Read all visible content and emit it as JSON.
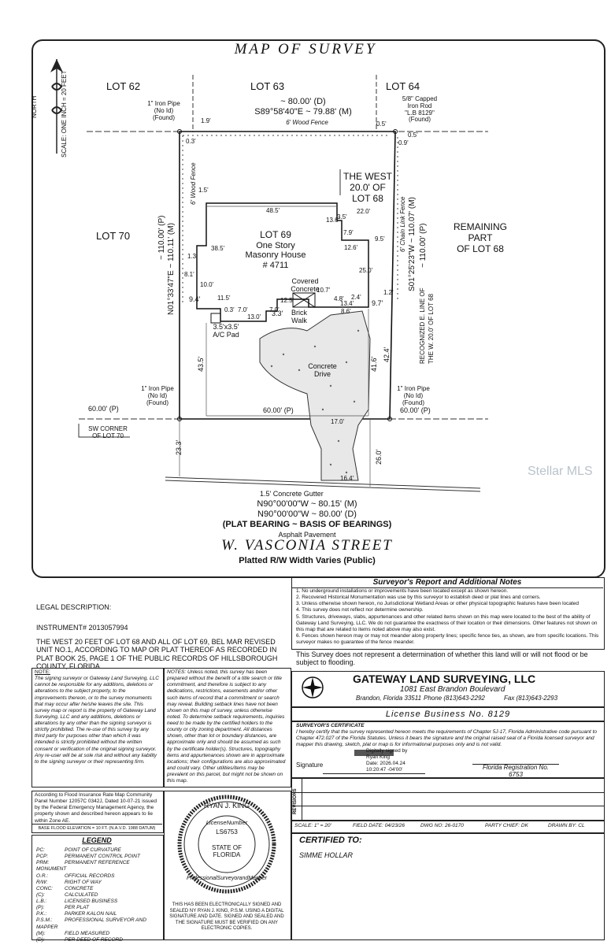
{
  "map": {
    "title": "MAP OF SURVEY",
    "scale_note": "SCALE: ONE INCH = 20 FEET",
    "north": "NORTH",
    "lots": {
      "lot62": "LOT 62",
      "lot63": "LOT 63",
      "lot64": "LOT 64",
      "lot70": "LOT 70"
    },
    "lot69": {
      "l1": "LOT 69",
      "l2": "One Story",
      "l3": "Masonry House",
      "l4": "# 4711"
    },
    "west20": {
      "l1": "THE WEST",
      "l2": "20.0' OF",
      "l3": "LOT 68"
    },
    "remaining": {
      "l1": "REMAINING",
      "l2": "PART",
      "l3": "OF LOT 68"
    },
    "top_bearing": {
      "d": "~ 80.00' (D)",
      "m": "S89°58'40\"E ~ 79.88' (M)",
      "fence": "6' Wood Fence"
    },
    "nw_pipe": {
      "l1": "1\" Iron Pipe",
      "l2": "(No Id)",
      "l3": "(Found)"
    },
    "ne_rod": {
      "l1": "5/8\" Capped",
      "l2": "Iron Rod",
      "l3": "\"L.B 8129\"",
      "l4": "(Found)"
    },
    "sw_pipe": {
      "l1": "1\" Iron Pipe",
      "l2": "(No Id)",
      "l3": "(Found)"
    },
    "se_pipe": {
      "l1": "1\" Iron Pipe",
      "l2": "(No Id)",
      "l3": "(Found)"
    },
    "west_bearing": "N01°33'47\"E ~ 110.11' (M)",
    "west_plat": "~ 110.00' (P)",
    "east_bearing": "S01°25'23\"W ~ 110.07' (M)",
    "east_plat": "~ 110.00' (P)",
    "east_recog_1": "RECOGNIZED E. LINE OF",
    "east_recog_2": "THE W. 20.0' OF LOT 68",
    "dims": {
      "d1_9": "1.9'",
      "d0_5a": "0.5'",
      "d0_5b": "0.5'",
      "d0_9": "0.9'",
      "d0_3": "0.3'",
      "d1_5": "1.5'",
      "d48_5": "48.5'",
      "d22_0": "22.0'",
      "d13_6": "13.6'",
      "d3_5": "3.5'",
      "d7_9": "7.9'",
      "d9_5": "9.5'",
      "d12_6": "12.6'",
      "d38_5": "38.5'",
      "d1_3": "1.3'",
      "d8_1": "8.1'",
      "d10_0": "10.0'",
      "d25_0": "25.0'",
      "d9_4": "9.4'",
      "d11_5": "11.5'",
      "d0_3b": "0.3'",
      "d7_0": "7.0'",
      "d13_0": "13.0'",
      "d7_0b": "7.0'",
      "d12_5": "12.5'",
      "d10_7": "10.7'",
      "d4_8": "4.8'",
      "d2_4": "2.4'",
      "d9_7": "9.7'",
      "d1_2": "1.2'",
      "d13_4": "13.4'",
      "d8_6": "8.6'",
      "d3_3": "3.3'",
      "d43_5": "43.5'",
      "d41_6": "41.6'",
      "d42_4": "42.4'",
      "d60p_a": "60.00' (P)",
      "d60p_b": "60.00' (P)",
      "d60p_c": "60.00' (P)",
      "d17_0": "17.0'",
      "d23_3": "23.3'",
      "d26_0": "26.0'",
      "d16_4": "16.4'"
    },
    "labels": {
      "covered": "Covered",
      "concrete": "Concrete",
      "brick": "Brick",
      "walk": "Walk",
      "ac": "3.5'x3.5'",
      "acpad": "A/C Pad",
      "drive1": "Concrete",
      "drive2": "Drive",
      "wood_fence": "6' Wood Fence",
      "chain_fence": "6' Chain Link Fence",
      "sw_corner1": "SW CORNER",
      "sw_corner2": "OF LOT 70",
      "gutter": "1.5' Concrete Gutter",
      "s_m": "N90°00'00\"W ~ 80.15' (M)",
      "s_d": "N90°00'00\"W ~ 80.00' (D)",
      "s_basis": "(PLAT BEARING ~ BASIS OF BEARINGS)",
      "asphalt": "Asphalt Pavement"
    },
    "street": "W. VASCONIA STREET",
    "row": "Platted R/W Width Varies (Public)"
  },
  "legal": {
    "title": "LEGAL DESCRIPTION:",
    "instrument": "INSTRUMENT# 2013057994",
    "text": "THE WEST 20 FEET OF LOT 68 AND ALL OF LOT 69, BEL MAR REVISED UNIT NO.1, ACCORDING TO MAP OR PLAT THEREOF AS RECORDED IN PLAT BOOK 25, PAGE 1 OF THE PUBLIC RECORDS OF HILLSBOROUGH COUNTY, FLORIDA."
  },
  "report": {
    "title": "Surveyor's Report and Additional Notes",
    "items": [
      "1.  No underground installations or improvements have been located except as shown hereon.",
      "2.  Recovered Historical Monumentation was use by this surveyor to establish deed or plat lines and corners.",
      "3.  Unless otherwise shown hereon, no Jurisdictional Wetland Areas or other physical topographic features have been located",
      "4.  This survey does not reflect nor determine ownership.",
      "5.  Structures, driveways, slabs, appurtenances and other related items shown on this map were located to the best of the ability of Gateway Land Surveying, LLC. We do not guarantee the exactness of their location or their dimensions. Other features not shown on this map that are related to items noted above may also exist.",
      "6.  Fences shown hereon may or may not meander along property lines; specific fence ties, as shown, are from specific locations. This surveyor makes no guarantee of the fence meander."
    ],
    "flood_note": "This Survey does not represent a determination of whether this land will or will not flood or be subject to flooding."
  },
  "note1": {
    "title": "NOTE:",
    "text": "The signing surveyor or Gateway Land Surveying, LLC cannot be responsible for any additions, deletions or alterations to the subject property, to the improvements thereon, or to the survey monuments that may occur after he/she leaves the site. This survey map or report is the property of Gateway Land Surveying, LLC and any additions, deletions or alterations by any other than the signing surveyor is strictly prohibited. The re-use of this survey by any third party for purposes other than which it was intended is strictly prohibited without the written consent or verification of the original signing surveyor. Any re-user will be at sole risk and without any liability to the signing surveyor or their representing firm."
  },
  "note2": {
    "text": "NOTES: Unless noted, this survey has been prepared without the benefit of a title search or title commitment, and therefore is subject to any dedications, restrictions, easements and/or other such items of record that a commitment or search may reveal. Building setback lines have not been shown on this map of survey, unless otherwise noted. To determine setback requirements, inquiries need to be made by the certified holders to the county or city zoning department. All distances shown, other than lot or boundary distances, are approximate only and should be assumed as such by the certificate holder(s). Structures, topography items and appurtenances shown are in approximate locations; their configurations are also approximated and could vary. Other utilities/items may be prevalent on this parcel, but might not be shown on this map."
  },
  "company": {
    "name": "GATEWAY LAND SURVEYING, LLC",
    "address": "1081 East Brandon Boulevard",
    "city": "Brandon, Florida 33511",
    "phone": "Phone (813)643-2292",
    "fax": "Fax (813)643-2293",
    "license": "License Business No. 8129"
  },
  "cert": {
    "title": "SURVEYOR'S CERTIFICATE",
    "text": "I hereby certify that the survey represented hereon meets the requirements of Chapter 5J-17, Florida Administrative code pursuant to Chapter 472.027 of the Florida Statutes. Unless it bears the signature and the original raised seal of a Florida licensed surveyor and mapper this drawing, sketch, plat or map is for informational purposes only and is not valid.",
    "signature_label": "Signature",
    "digital1": "Digitally signed by",
    "digital2": "Ryan King",
    "digital3": "Date: 2026.04.24",
    "digital4": "10:20:47 -04'00'",
    "reg_label": "Florida Registration No.",
    "reg_no": "6753",
    "revisions": "REVISIONS"
  },
  "flood": {
    "text": "According to Flood Insurance Rate Map Community Panel Number 12057C 0342J, Dated 10-07-21 issued by the Federal Emergency Management Agency, the property shown and described hereon appears to lie within Zone AE.",
    "elev": "BASE FLOOD ELEVATION = 10 FT. (N.A.V.D. 1988 DATUM)"
  },
  "legend": {
    "title": "LEGEND",
    "items": [
      [
        "PC:",
        "POINT OF CURVATURE"
      ],
      [
        "PCP:",
        "PERMANENT CONTROL POINT"
      ],
      [
        "PRM:",
        "PERMANENT REFERENCE MONUMENT"
      ],
      [
        "O.R.:",
        "OFFICIAL RECORDS"
      ],
      [
        "R/W:",
        "RIGHT OF WAY"
      ],
      [
        "CONC:",
        "CONCRETE"
      ],
      [
        "(C):",
        "CALCULATED"
      ],
      [
        "L.B.:",
        "LICENSED BUSINESS"
      ],
      [
        "(P):",
        "PER PLAT"
      ],
      [
        "P.K.:",
        "PARKER KALON NAIL"
      ],
      [
        "P.S.M.:",
        "PROFESSIONAL SURVEYOR AND MAPPER"
      ],
      [
        "(M):",
        "FIELD MEASURED"
      ],
      [
        "(D):",
        "PER DEED OF RECORD"
      ]
    ]
  },
  "seal": {
    "top": "RYAN J. KING",
    "license": "LicenseNumber",
    "num": "LS6753",
    "state1": "STATE OF",
    "state2": "FLORIDA",
    "bottom": "ProfessionalSurveyorandMapper",
    "caption": "THIS HAS BEEN ELECTRONICALLY SIGNED AND SEALED NY RYAN J. KING, P.S.M. USING A DIGITAL SIGNATURE AND DATE. SIGNED AND SEALED AND THE SIGNATURE MUST BE VERIFIED ON ANY ELECTRONIC COPIES."
  },
  "titleblock": {
    "scale": "SCALE: 1\" = 20'",
    "field": "FIELD DATE: 04/23/26",
    "dwg": "DWG NO: 26-0170",
    "chief": "PARTY CHIEF: DK",
    "drawn": "DRAWN BY: CL",
    "cert_to": "CERTIFIED TO:",
    "client": "SIMME HOLLAR"
  },
  "watermark": "Stellar MLS"
}
